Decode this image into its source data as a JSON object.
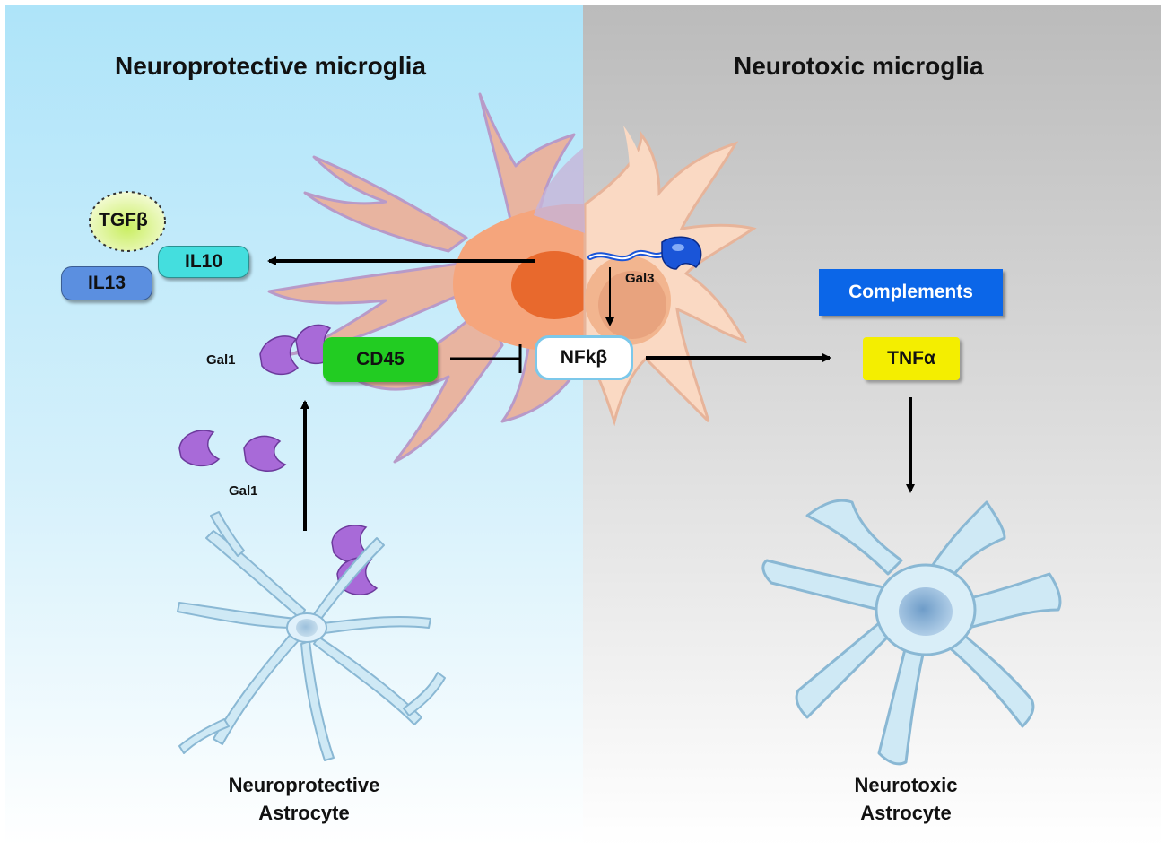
{
  "headings": {
    "left": "Neuroprotective microglia",
    "right": "Neurotoxic microglia"
  },
  "molecules": {
    "tgfb": "TGFβ",
    "il10": "IL10",
    "il13": "IL13",
    "cd45": "CD45",
    "nfkb": "NFkβ",
    "tnfa": "TNFα",
    "complements": "Complements",
    "gal1_bound": "Gal1",
    "gal1_free": "Gal1",
    "gal3": "Gal3"
  },
  "captions": {
    "left_line1": "Neuroprotective",
    "left_line2": "Astrocyte",
    "right_line1": "Neurotoxic",
    "right_line2": "Astrocyte"
  },
  "colors": {
    "left_bg_top": "#aee4f9",
    "right_bg_top": "#bdbdbd",
    "microglia": "#f7a87e",
    "astrocyte": "#cfe9f5",
    "gal1": "#a86ad8",
    "cd45": "#22cc22",
    "il10": "#44dede",
    "il13": "#5b8fe0",
    "tgfb": "#d8f07a",
    "tnfa": "#f4ee00",
    "complements": "#0b66e8",
    "gal3": "#1a55d8"
  }
}
